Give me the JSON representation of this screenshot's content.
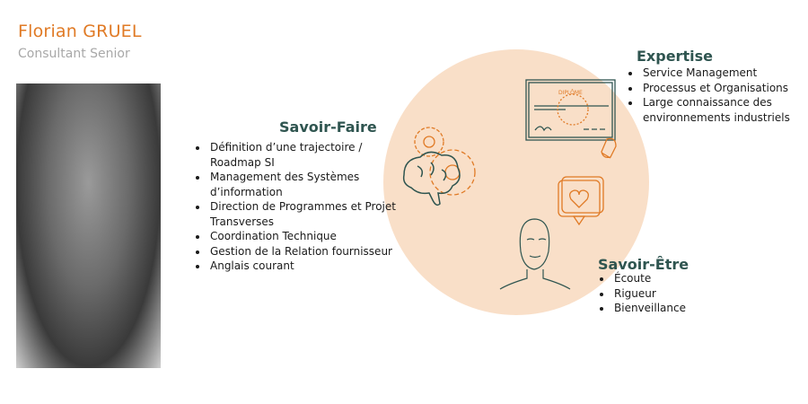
{
  "profile": {
    "name": "Florian GRUEL",
    "role": "Consultant Senior"
  },
  "savoir_faire": {
    "title": "Savoir-Faire",
    "items": [
      "Définition d’une trajectoire / Roadmap SI",
      "Management des Systèmes d’information",
      "Direction de Programmes et Projet Transverses",
      "Coordination Technique",
      "Gestion de la Relation fournisseur",
      "Anglais courant"
    ]
  },
  "expertise": {
    "title": "Expertise",
    "items": [
      "Service Management",
      "Processus et Organisations",
      "Large connaissance des environnements industriels"
    ]
  },
  "savoir_etre": {
    "title": "Savoir-Être",
    "items": [
      "Écoute",
      "Rigueur",
      "Bienveillance"
    ]
  },
  "illustration": {
    "diploma_label": "DIPLÔME"
  },
  "colors": {
    "accent": "#e07a25",
    "teal": "#2f5550",
    "circle": "#f9dfc8"
  }
}
